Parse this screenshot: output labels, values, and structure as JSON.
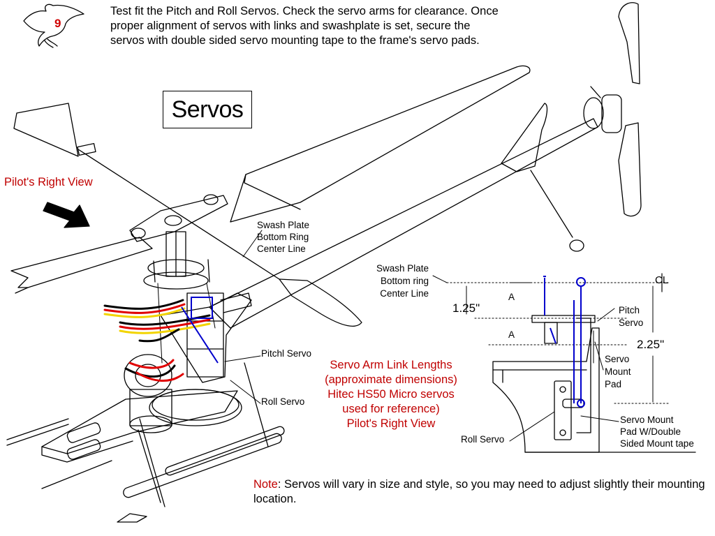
{
  "step": {
    "number": "9"
  },
  "instructions": "Test fit the Pitch and Roll Servos.  Check the servo arms for clearance. Once proper alignment of servos with links and swashplate is set, secure the servos with double sided servo mounting tape to the frame's servo pads.",
  "title": "Servos",
  "labels": {
    "pilot_view": "Pilot's Right View",
    "swash_plate_left": [
      "Swash Plate",
      "Bottom Ring",
      "Center Line"
    ],
    "pitch_servo_left": "Pitchl Servo",
    "roll_servo_left": "Roll Servo",
    "swash_plate_detail": [
      "Swash Plate",
      "Bottom ring",
      "Center Line"
    ],
    "dim_a1": "A",
    "dim_a2": "A",
    "dim_125": "1.25\"",
    "dim_225": "2.25\"",
    "centerline_symbol": "CL",
    "pitch_servo_detail": [
      "Pitch",
      "Servo"
    ],
    "servo_mount_pad": [
      "Servo",
      "Mount",
      "Pad"
    ],
    "servo_mount_tape": [
      "Servo Mount",
      "Pad W/Double",
      "Sided Mount tape"
    ],
    "roll_servo_detail": "Roll Servo"
  },
  "link_lengths": {
    "lines": [
      "Servo Arm Link Lengths",
      "(approximate dimensions)",
      "Hitec HS50 Micro servos",
      "used for reference)",
      "Pilot's Right View"
    ]
  },
  "note": {
    "label": "Note",
    "text": ": Servos will vary in size and style,  so you may need to adjust slightly  their mounting location."
  },
  "colors": {
    "red": "#c00000",
    "blue": "#0000cc",
    "wire_yellow": "#f2d400",
    "wire_red": "#e00000"
  }
}
